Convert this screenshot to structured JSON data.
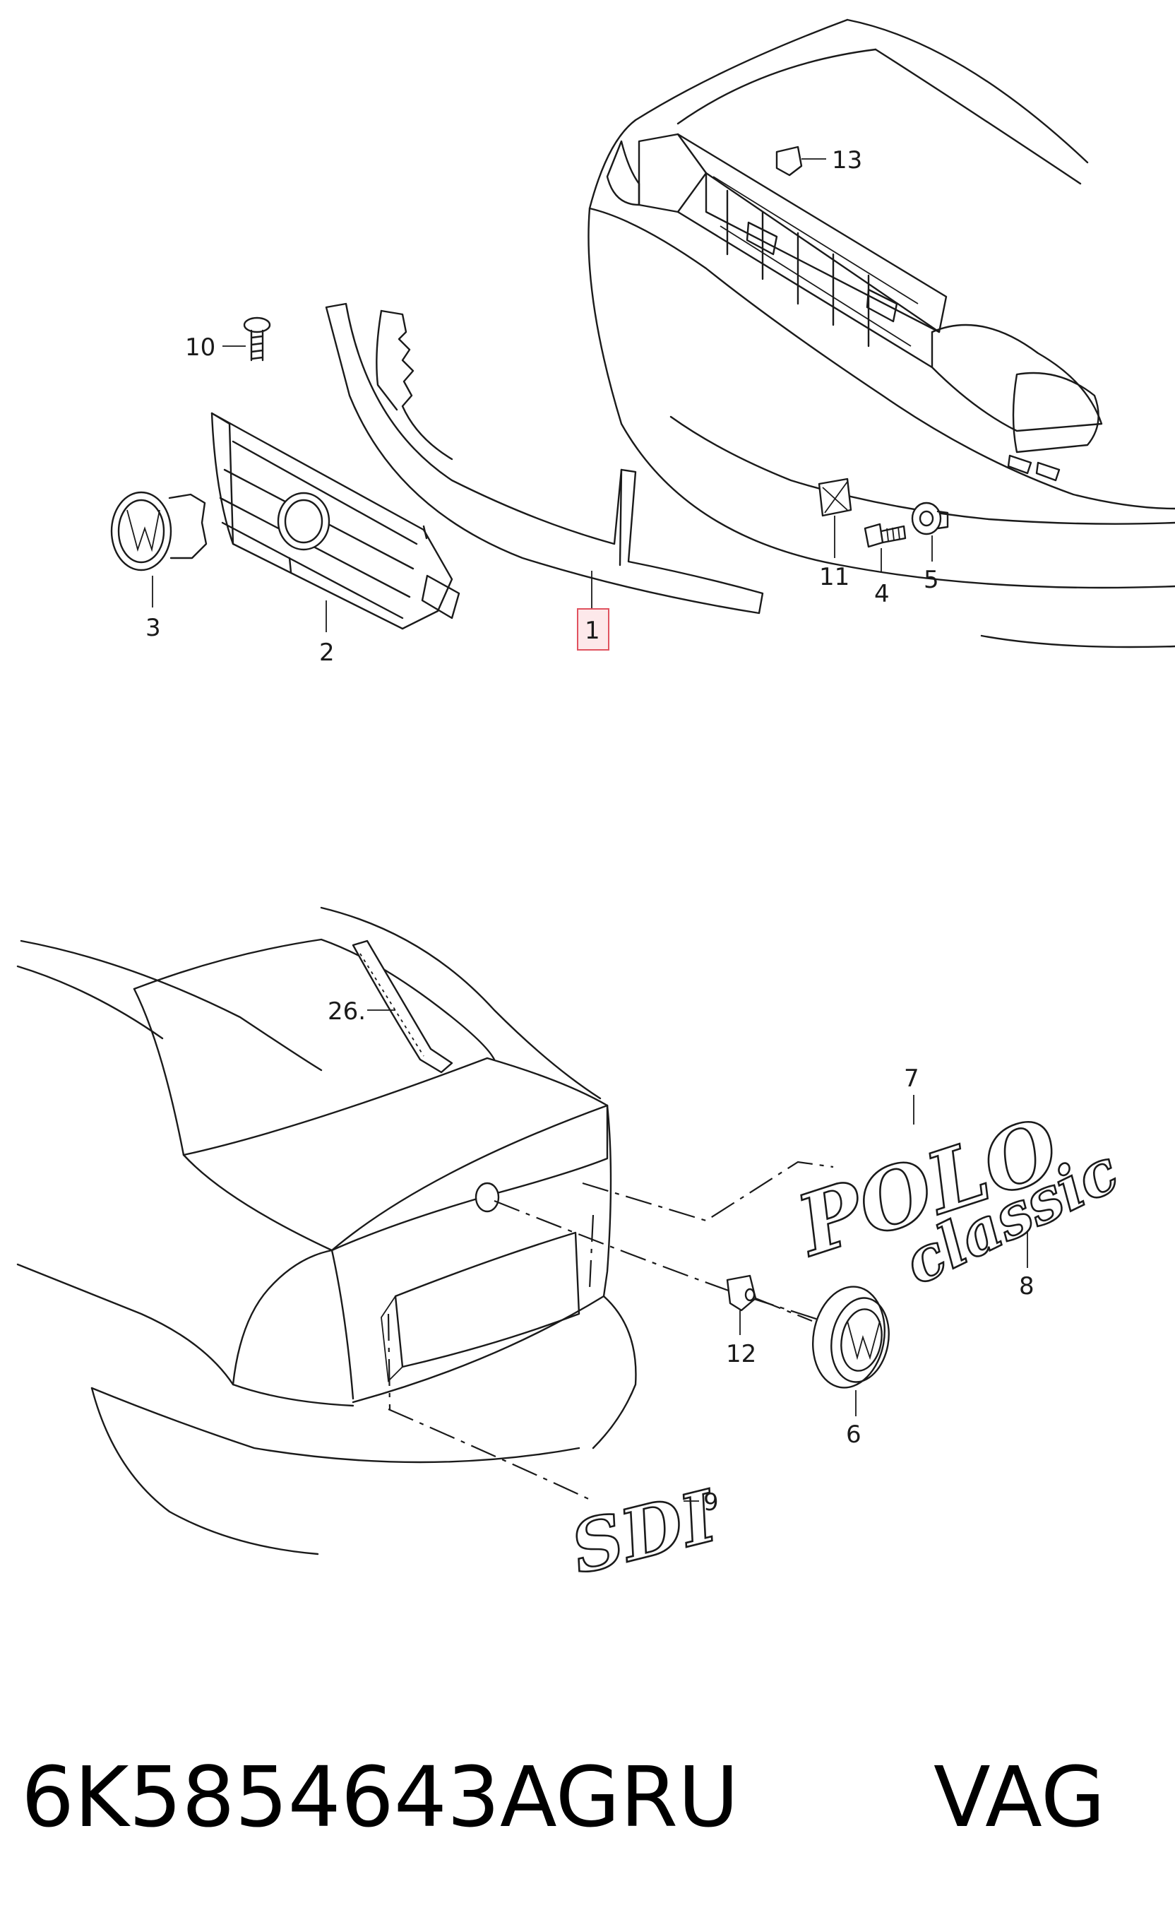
{
  "callouts": {
    "c1": "1",
    "c2": "2",
    "c3": "3",
    "c4": "4",
    "c5": "5",
    "c6": "6",
    "c7": "7",
    "c8": "8",
    "c9": "9",
    "c10": "10",
    "c11": "11",
    "c12": "12",
    "c13": "13",
    "c26": "26."
  },
  "badges": {
    "polo": "POLO",
    "classic": "classic",
    "sdi": "SDI"
  },
  "footer": {
    "part_number": "6K5854643AGRU",
    "brand": "VAG"
  },
  "colors": {
    "highlight_fill": "#fde8ea",
    "highlight_stroke": "#e0525f",
    "line": "#1a1a1a"
  }
}
